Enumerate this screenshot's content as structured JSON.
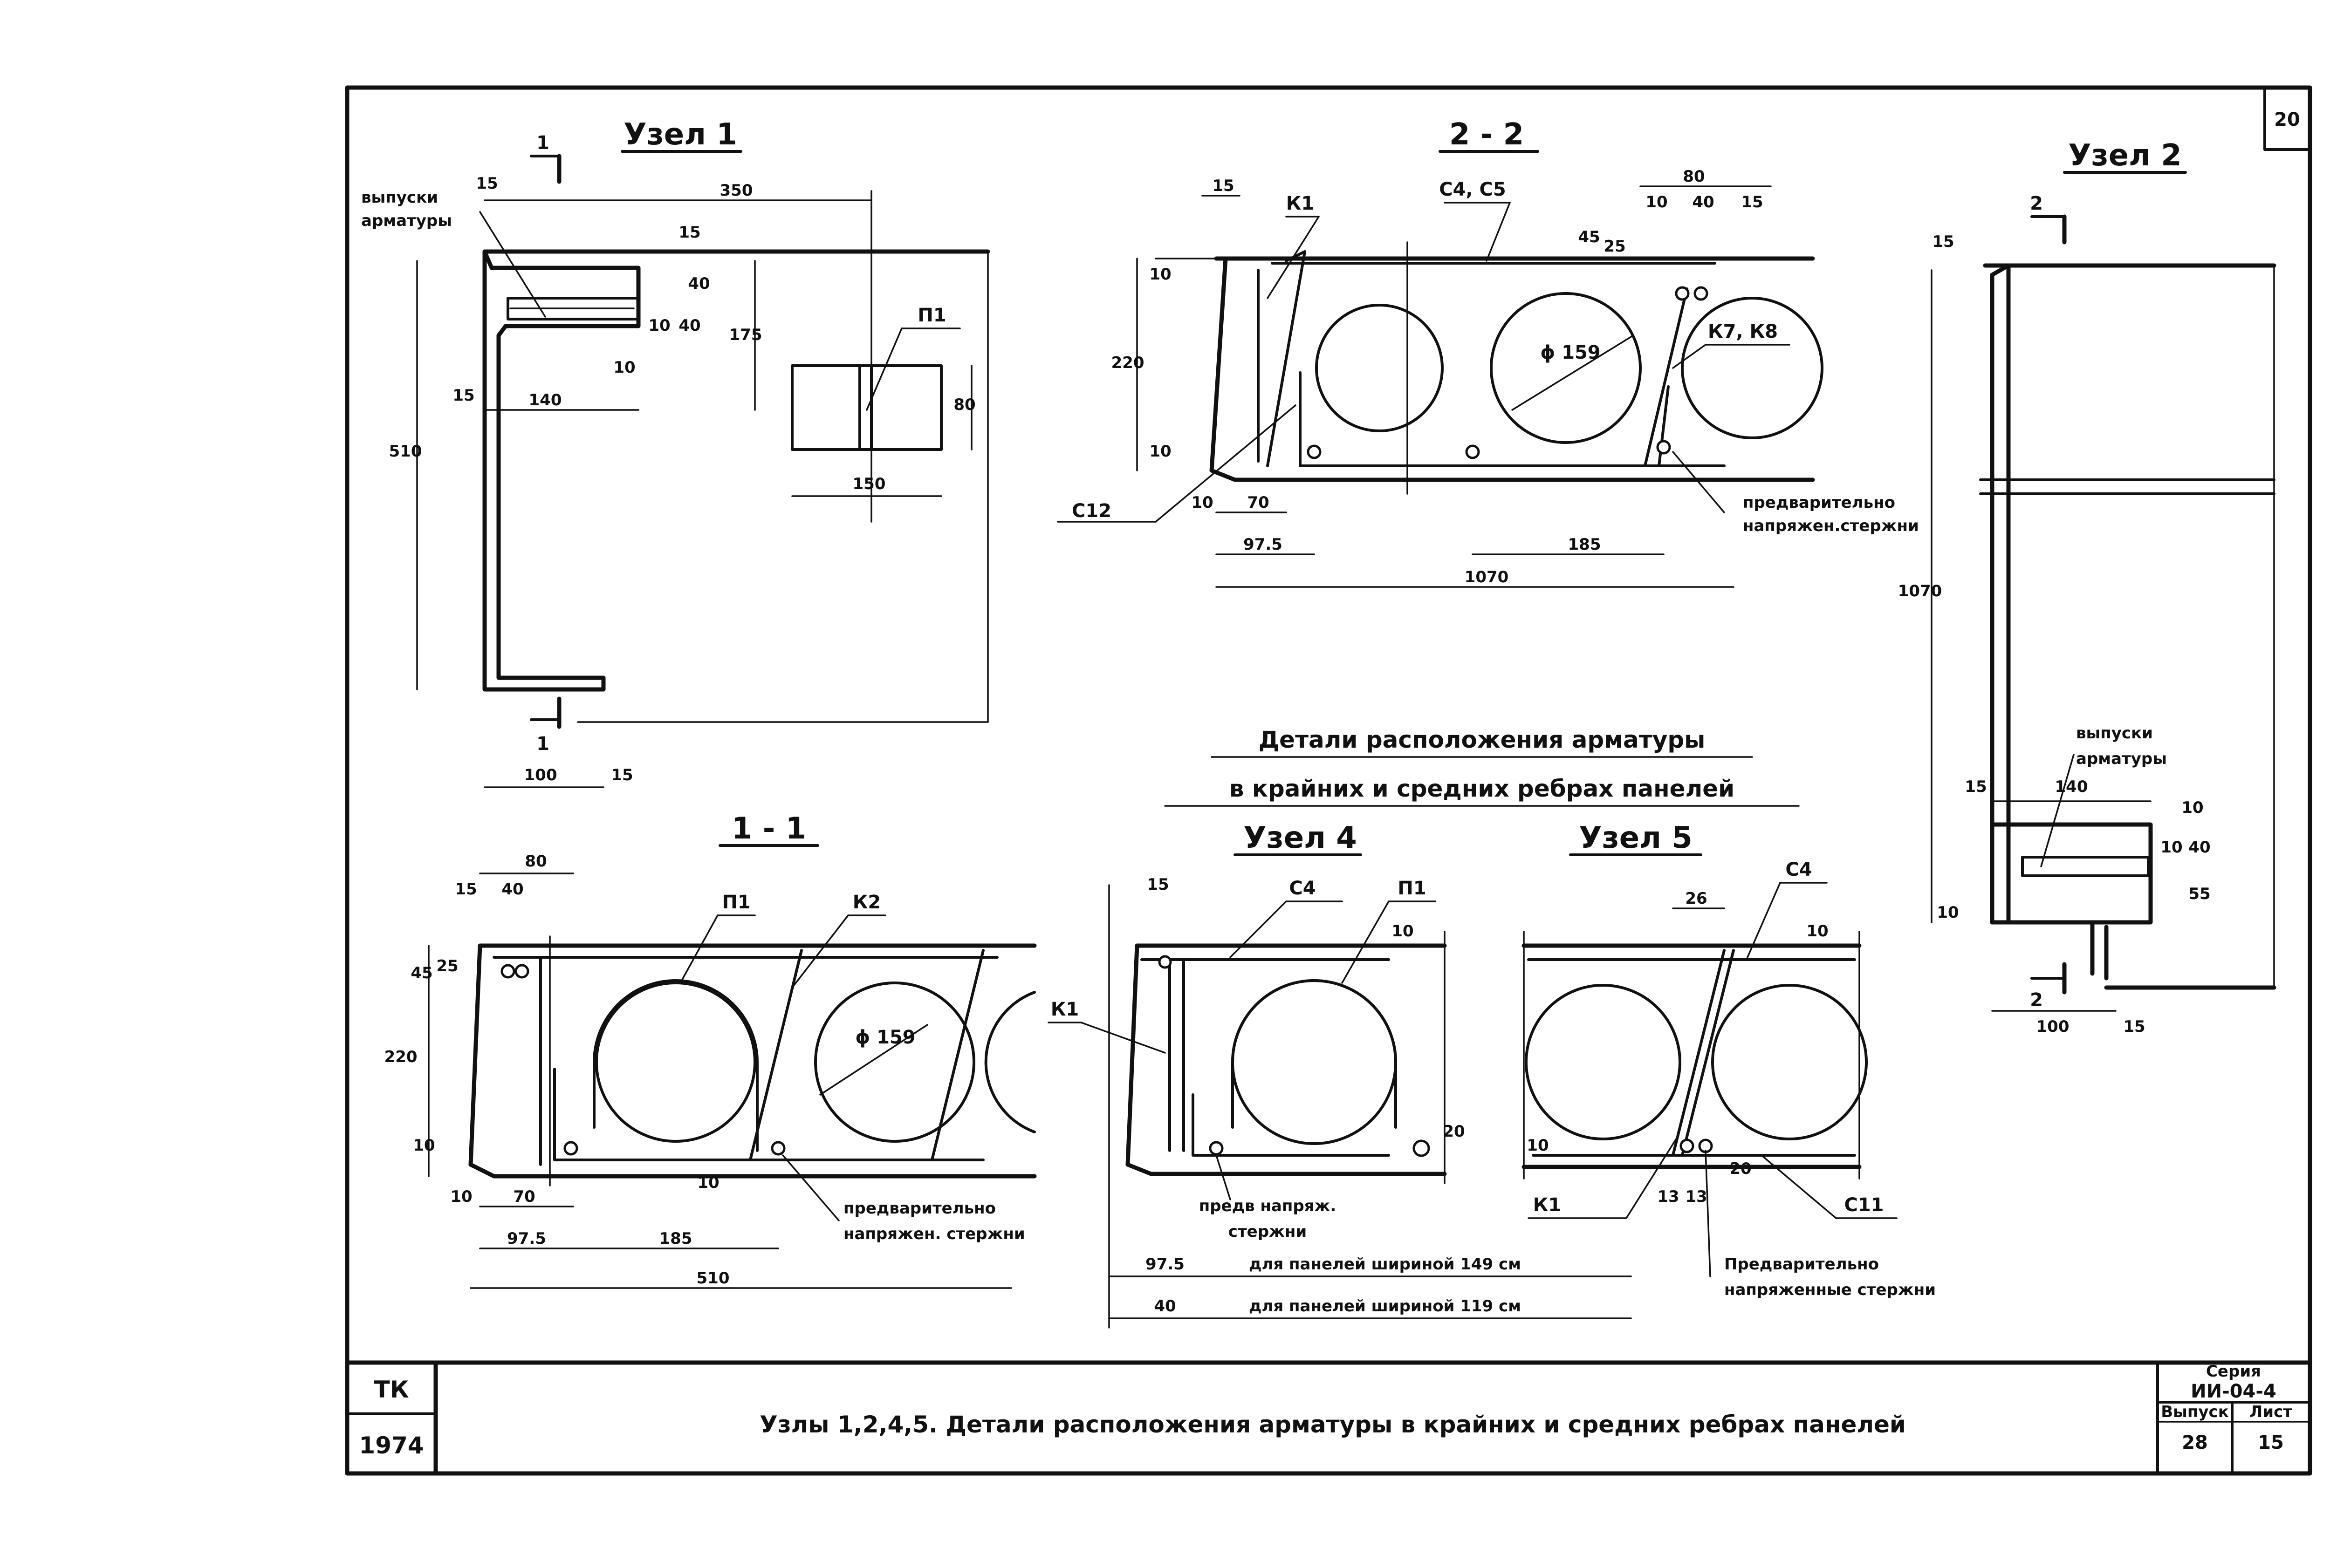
{
  "sheet": {
    "number": "20",
    "org": "ТК",
    "year": "1974",
    "title": "Узлы 1,2,4,5. Детали расположения арматуры в крайних и средних ребрах панелей",
    "seria_label": "Серия",
    "seria_value": "ИИ-04-4",
    "issue_label": "Выпуск",
    "issue_value": "28",
    "sheet_label": "Лист",
    "sheet_value": "15"
  },
  "central_title": {
    "line1": "Детали расположения арматуры",
    "line2": "в крайних и средних ребрах панелей"
  },
  "node1": {
    "title": "Узел 1",
    "section_mark": "1",
    "label_outlet": [
      "выпуски",
      "арматуры"
    ],
    "label_p1": "П1",
    "dims": [
      "15",
      "350",
      "15",
      "40",
      "10",
      "40",
      "175",
      "10",
      "15",
      "140",
      "510",
      "80",
      "150",
      "100",
      "15"
    ]
  },
  "section22": {
    "title": "2 - 2",
    "labels": [
      "К1",
      "С4, С5",
      "К7, К8",
      "С12"
    ],
    "diameter": "ϕ 159",
    "note": [
      "предварительно",
      "напряжен.стержни"
    ],
    "dims": [
      "15",
      "80",
      "10",
      "40",
      "15",
      "45",
      "25",
      "10",
      "220",
      "10",
      "10",
      "70",
      "97.5",
      "185",
      "1070"
    ]
  },
  "node2": {
    "title": "Узел 2",
    "section_mark": "2",
    "label_outlet": [
      "выпуски",
      "арматуры"
    ],
    "dims": [
      "15",
      "1070",
      "15",
      "140",
      "10",
      "10",
      "40",
      "10",
      "55",
      "100",
      "15"
    ]
  },
  "section11": {
    "title": "1 - 1",
    "labels": [
      "П1",
      "К2"
    ],
    "diameter": "ϕ 159",
    "note": [
      "предварительно",
      "напряжен. стержни"
    ],
    "dims": [
      "80",
      "15",
      "40",
      "45",
      "25",
      "220",
      "10",
      "10",
      "70",
      "10",
      "97.5",
      "185",
      "510"
    ]
  },
  "node4": {
    "title": "Узел 4",
    "labels": [
      "С4",
      "П1",
      "К1"
    ],
    "note": [
      "предв напряж.",
      "стержни"
    ],
    "dims": [
      "15",
      "10",
      "20"
    ],
    "width_rows": [
      {
        "value": "97.5",
        "text": "для панелей шириной 149 см"
      },
      {
        "value": "40",
        "text": "для панелей шириной 119 см"
      }
    ]
  },
  "node5": {
    "title": "Узел 5",
    "labels": [
      "С4",
      "К1",
      "С11"
    ],
    "note": [
      "Предварительно",
      "напряженные стержни"
    ],
    "dims": [
      "26",
      "10",
      "10",
      "13",
      "13",
      "20"
    ]
  }
}
